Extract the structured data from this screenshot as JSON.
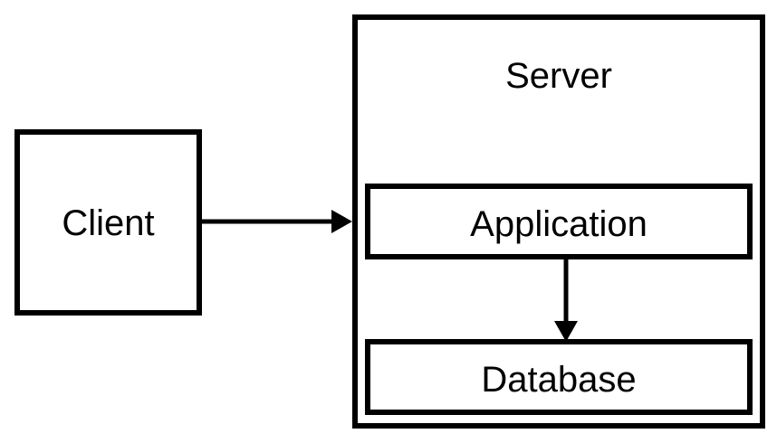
{
  "nodes": {
    "client": "Client",
    "server": "Server",
    "application": "Application",
    "database": "Database"
  },
  "edges": [
    {
      "from": "Client",
      "to": "Application"
    },
    {
      "from": "Application",
      "to": "Database"
    }
  ]
}
